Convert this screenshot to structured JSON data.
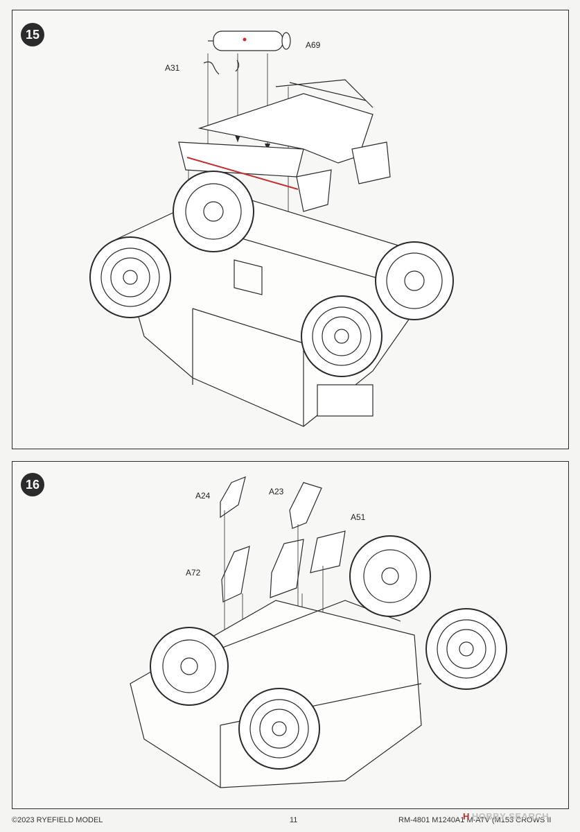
{
  "steps": [
    {
      "number": "15",
      "parts": [
        {
          "id": "p15-a69",
          "label": "A69"
        },
        {
          "id": "p15-a31",
          "label": "A31"
        }
      ]
    },
    {
      "number": "16",
      "parts": [
        {
          "id": "p16-a24",
          "label": "A24"
        },
        {
          "id": "p16-a23",
          "label": "A23"
        },
        {
          "id": "p16-a51",
          "label": "A51"
        },
        {
          "id": "p16-a72",
          "label": "A72"
        }
      ]
    }
  ],
  "footer": {
    "copyright": "©2023 RYEFIELD MODEL",
    "page_number": "11",
    "product": "RM-4801 M1240A1 M-ATV (M153 CROWS II"
  },
  "watermark": {
    "mark": "H",
    "text": "HOBBY SEARCH"
  },
  "colors": {
    "ink": "#2a2a2a",
    "highlight": "#c23030",
    "paper": "#f7f7f5"
  }
}
